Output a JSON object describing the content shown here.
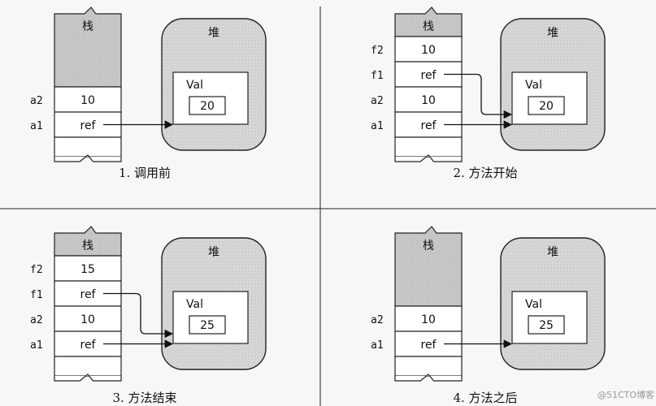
{
  "labels": {
    "stack": "栈",
    "heap": "堆",
    "val": "Val"
  },
  "panels": [
    {
      "caption": "1. 调用前",
      "heap_value": "20",
      "rows": [
        {
          "var": "",
          "value": ""
        },
        {
          "var": "",
          "value": ""
        },
        {
          "var": "a2",
          "value": "10"
        },
        {
          "var": "a1",
          "value": "ref"
        },
        {
          "var": "",
          "value": ""
        }
      ]
    },
    {
      "caption": "2. 方法开始",
      "heap_value": "20",
      "rows": [
        {
          "var": "f2",
          "value": "10"
        },
        {
          "var": "f1",
          "value": "ref"
        },
        {
          "var": "a2",
          "value": "10"
        },
        {
          "var": "a1",
          "value": "ref"
        },
        {
          "var": "",
          "value": ""
        }
      ]
    },
    {
      "caption": "3. 方法结束",
      "heap_value": "25",
      "rows": [
        {
          "var": "f2",
          "value": "15"
        },
        {
          "var": "f1",
          "value": "ref"
        },
        {
          "var": "a2",
          "value": "10"
        },
        {
          "var": "a1",
          "value": "ref"
        },
        {
          "var": "",
          "value": ""
        }
      ]
    },
    {
      "caption": "4. 方法之后",
      "heap_value": "25",
      "rows": [
        {
          "var": "",
          "value": ""
        },
        {
          "var": "",
          "value": ""
        },
        {
          "var": "a2",
          "value": "10"
        },
        {
          "var": "a1",
          "value": "ref"
        },
        {
          "var": "",
          "value": ""
        }
      ]
    }
  ],
  "watermark": "@51CTO博客"
}
